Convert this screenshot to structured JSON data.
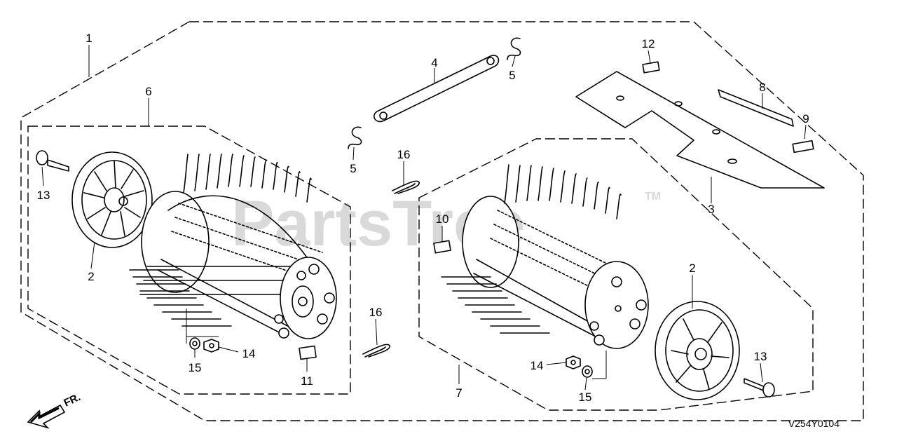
{
  "diagram": {
    "callouts": {
      "c1": "1",
      "c2a": "2",
      "c2b": "2",
      "c3": "3",
      "c4": "4",
      "c5a": "5",
      "c5b": "5",
      "c6": "6",
      "c7": "7",
      "c8": "8",
      "c9": "9",
      "c10": "10",
      "c11": "11",
      "c12": "12",
      "c13a": "13",
      "c13b": "13",
      "c14a": "14",
      "c14b": "14",
      "c15a": "15",
      "c15b": "15",
      "c16a": "16",
      "c16b": "16"
    },
    "direction_label": "FR.",
    "diagram_code": "V254Y0104",
    "watermark": "PartsTree",
    "watermark_tm": "TM"
  }
}
